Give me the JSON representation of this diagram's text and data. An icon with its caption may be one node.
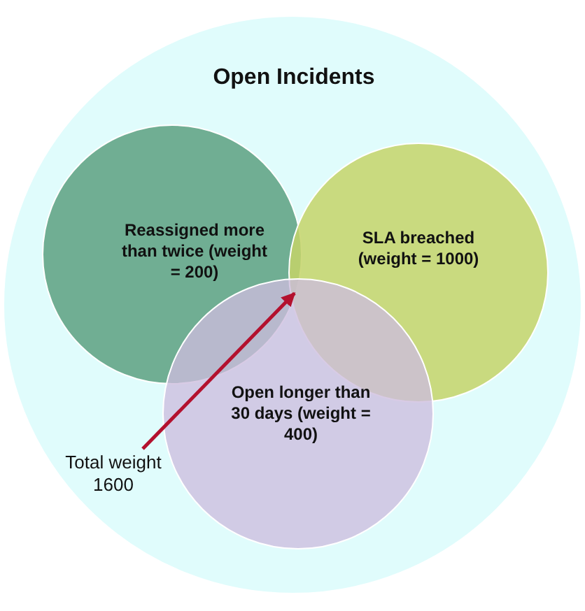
{
  "diagram": {
    "nodes": [
      {
        "text": [
          "Open Incidents"
        ]
      },
      {
        "text": [
          "Reassigned more than twice (weight = 200)"
        ],
        "in": 0
      },
      {
        "text": [
          "SLA breached (weight = 1000)"
        ],
        "in": 0
      },
      {
        "text": [
          "Open longer than 30 days (weight = 400)"
        ],
        "in": 0
      },
      {
        "text": [
          "Total weight 1600"
        ],
        "in": 0
      }
    ],
    "edges": [
      {
        "from": 4,
        "to": 1,
        "arrow": "to",
        "color": "#b3112e"
      }
    ]
  }
}
